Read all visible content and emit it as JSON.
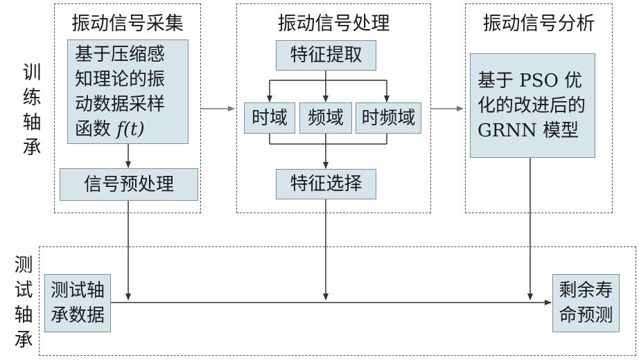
{
  "sections": {
    "collection": "振动信号采集",
    "processing": "振动信号处理",
    "analysis": "振动信号分析"
  },
  "side_labels": {
    "train": "训\n练\n轴\n承",
    "test": "测\n试\n轴\n承"
  },
  "nodes": {
    "sampling_func_prefix": "基于压缩感知理论的振动数据采样函数 ",
    "sampling_func_symbol": "f(t)",
    "preprocess": "信号预处理",
    "feature_extract": "特征提取",
    "time_domain": "时域",
    "freq_domain": "频域",
    "time_freq_domain": "时频域",
    "feature_select": "特征选择",
    "pso_grnn": "基于 PSO 优化的改进后的 GRNN 模型",
    "test_data": "测试轴承数据",
    "rul": "剩余寿命预测"
  },
  "colors": {
    "box_fill": "#d6e4ec",
    "line": "#333333"
  }
}
